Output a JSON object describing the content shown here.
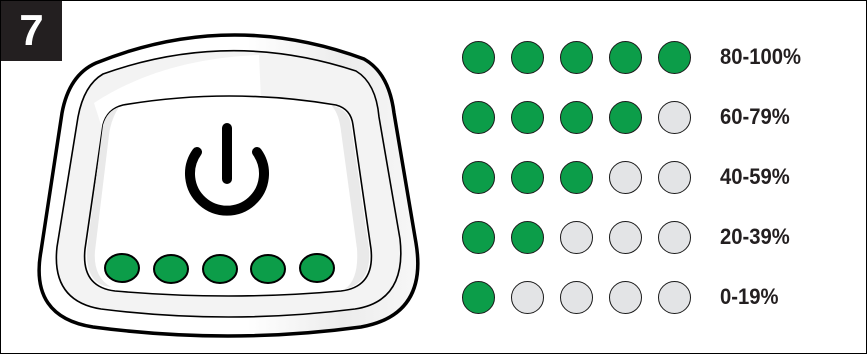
{
  "step": {
    "number": "7"
  },
  "device": {
    "power_icon": "power-icon",
    "indicator_count": 5,
    "indicator_color": "#0c9d49"
  },
  "legend": {
    "on_color": "#0c9d49",
    "off_color": "#e3e4e6",
    "levels": [
      {
        "lit": 5,
        "total": 5,
        "label": "80-100%"
      },
      {
        "lit": 4,
        "total": 5,
        "label": "60-79%"
      },
      {
        "lit": 3,
        "total": 5,
        "label": "40-59%"
      },
      {
        "lit": 2,
        "total": 5,
        "label": "20-39%"
      },
      {
        "lit": 1,
        "total": 5,
        "label": "0-19%"
      }
    ]
  }
}
